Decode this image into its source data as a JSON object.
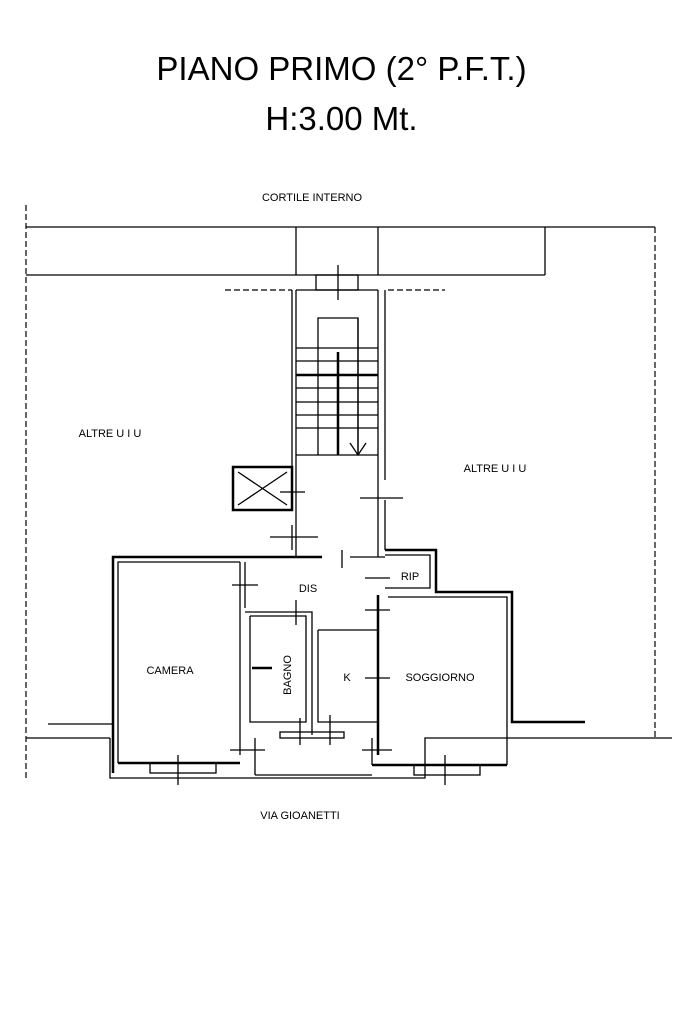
{
  "title": {
    "line1": "PIANO PRIMO (2° P.F.T.)",
    "line2": "H:3.00 Mt."
  },
  "plan": {
    "top_label": "CORTILE INTERNO",
    "bottom_label": "VIA GIOANETTI",
    "rooms": {
      "left_other": "ALTRE U I U",
      "right_other": "ALTRE U I U",
      "dis": "DIS",
      "rip": "RIP",
      "camera": "CAMERA",
      "bagno": "BAGNO",
      "k": "K",
      "soggiorno": "SOGGIORNO"
    }
  }
}
